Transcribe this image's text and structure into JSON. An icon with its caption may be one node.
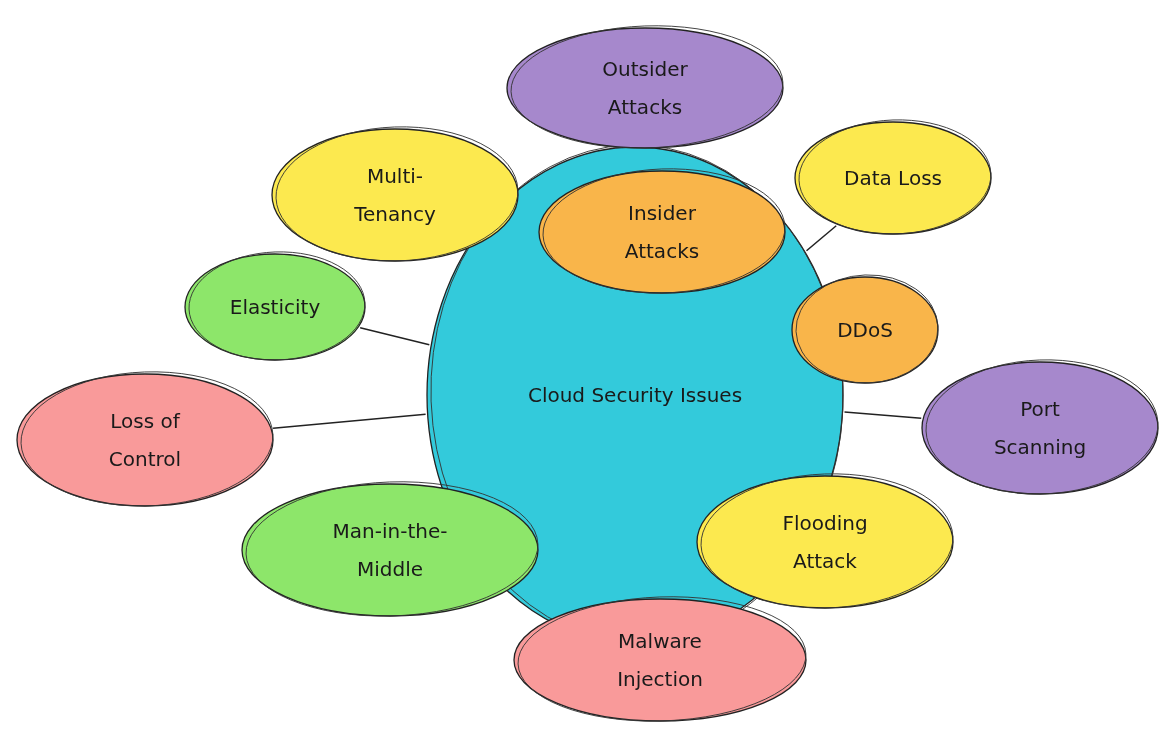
{
  "diagram": {
    "nodes": [
      {
        "text": [
          "Cloud Security Issues"
        ]
      },
      {
        "text": [
          "Outsider Attacks"
        ]
      },
      {
        "text": [
          "Multi-Tenancy"
        ]
      },
      {
        "text": [
          "Insider Attacks"
        ],
        "in": 0
      },
      {
        "text": [
          "Data Loss"
        ]
      },
      {
        "text": [
          "Elasticity"
        ]
      },
      {
        "text": [
          "DDoS"
        ]
      },
      {
        "text": [
          "Loss of Control"
        ]
      },
      {
        "text": [
          "Port Scanning"
        ]
      },
      {
        "text": [
          "Man-in-the-Middle"
        ]
      },
      {
        "text": [
          "Flooding Attack"
        ]
      },
      {
        "text": [
          "Malware Injection"
        ]
      }
    ],
    "edges": [
      {
        "from": 4,
        "to": 0,
        "arrow": "none"
      },
      {
        "from": 5,
        "to": 0,
        "arrow": "none"
      },
      {
        "from": 7,
        "to": 0,
        "arrow": "none"
      },
      {
        "from": 8,
        "to": 0,
        "arrow": "none"
      }
    ]
  }
}
